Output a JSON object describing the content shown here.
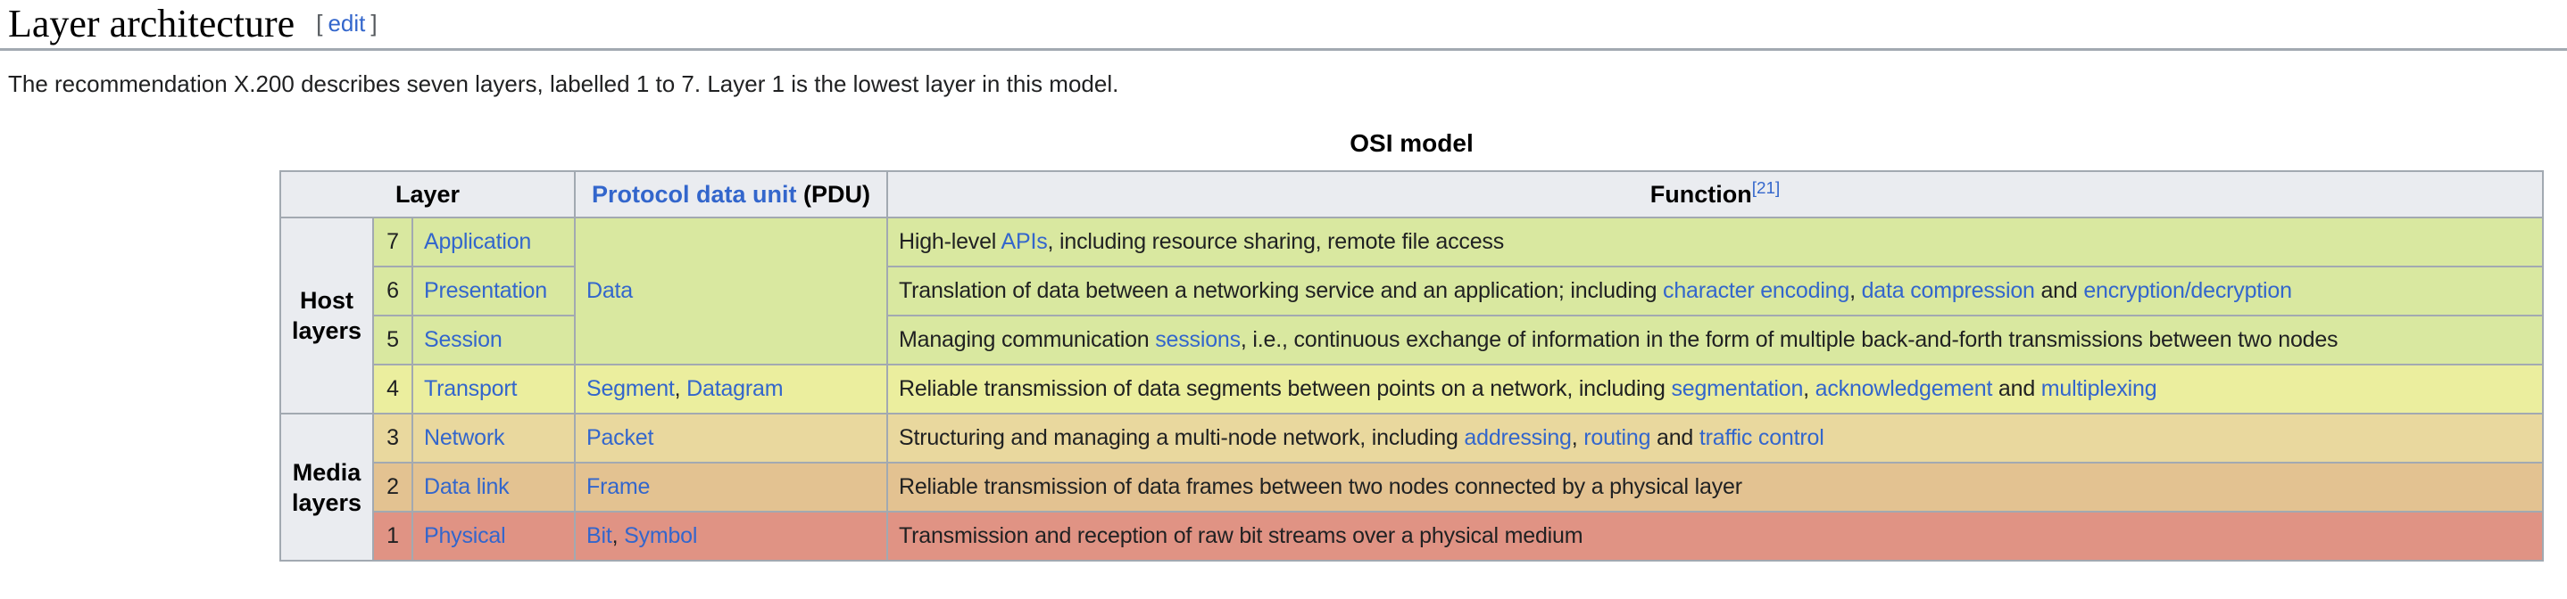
{
  "page": {
    "heading": "Layer architecture",
    "edit": {
      "open": "[",
      "label": "edit",
      "close": "]"
    },
    "intro": "The recommendation X.200 describes seven layers, labelled 1 to 7. Layer 1 is the lowest layer in this model."
  },
  "colors": {
    "text": "#202122",
    "link": "#3366cc",
    "border": "#a2a9b1",
    "header_bg": "#eaecf0",
    "host_rows_green": "#d9e8a0",
    "transport_yellow_green": "#ebee9e",
    "network_tan": "#e9d89e",
    "datalink_orange": "#e3c291",
    "physical_salmon": "#e09384"
  },
  "table": {
    "caption": "OSI model",
    "headers": {
      "layer": "Layer",
      "pdu_link": "Protocol data unit",
      "pdu_suffix": " (PDU)",
      "function_label": "Function",
      "function_ref": "[21]"
    },
    "rows": [
      {
        "color": "#d9e8a0",
        "group": {
          "label": "Host layers",
          "rowspan": 4,
          "key": "host-layers"
        },
        "num": "7",
        "name": "Application",
        "pdu": {
          "rowspan": 3,
          "segments": [
            {
              "t": "Data",
              "link": true
            }
          ]
        },
        "fn": [
          {
            "t": "High-level "
          },
          {
            "t": "APIs",
            "link": true
          },
          {
            "t": ", including resource sharing, remote file access"
          }
        ]
      },
      {
        "color": "#d9e8a0",
        "num": "6",
        "name": "Presentation",
        "fn": [
          {
            "t": "Translation of data between a networking service and an application; including "
          },
          {
            "t": "character encoding",
            "link": true
          },
          {
            "t": ", "
          },
          {
            "t": "data compression",
            "link": true
          },
          {
            "t": " and "
          },
          {
            "t": "encryption/decryption",
            "link": true
          }
        ]
      },
      {
        "color": "#d9e8a0",
        "num": "5",
        "name": "Session",
        "fn": [
          {
            "t": "Managing communication "
          },
          {
            "t": "sessions",
            "link": true
          },
          {
            "t": ", i.e., continuous exchange of information in the form of multiple back-and-forth transmissions between two nodes"
          }
        ]
      },
      {
        "color": "#ebee9e",
        "num": "4",
        "name": "Transport",
        "pdu": {
          "rowspan": 1,
          "segments": [
            {
              "t": "Segment",
              "link": true
            },
            {
              "t": ", "
            },
            {
              "t": "Datagram",
              "link": true
            }
          ]
        },
        "fn": [
          {
            "t": "Reliable transmission of data segments between points on a network, including "
          },
          {
            "t": "segmentation",
            "link": true
          },
          {
            "t": ", "
          },
          {
            "t": "acknowledgement",
            "link": true
          },
          {
            "t": " and "
          },
          {
            "t": "multiplexing",
            "link": true
          }
        ]
      },
      {
        "color": "#e9d89e",
        "group": {
          "label": "Media layers",
          "rowspan": 3,
          "key": "media-layers"
        },
        "num": "3",
        "name": "Network",
        "pdu": {
          "rowspan": 1,
          "segments": [
            {
              "t": "Packet",
              "link": true
            }
          ]
        },
        "fn": [
          {
            "t": "Structuring and managing a multi-node network, including "
          },
          {
            "t": "addressing",
            "link": true
          },
          {
            "t": ", "
          },
          {
            "t": "routing",
            "link": true
          },
          {
            "t": " and "
          },
          {
            "t": "traffic control",
            "link": true
          }
        ]
      },
      {
        "color": "#e3c291",
        "num": "2",
        "name": "Data link",
        "pdu": {
          "rowspan": 1,
          "segments": [
            {
              "t": "Frame",
              "link": true
            }
          ]
        },
        "fn": [
          {
            "t": "Reliable transmission of data frames between two nodes connected by a physical layer"
          }
        ]
      },
      {
        "color": "#e09384",
        "num": "1",
        "name": "Physical",
        "pdu": {
          "rowspan": 1,
          "segments": [
            {
              "t": "Bit",
              "link": true
            },
            {
              "t": ", "
            },
            {
              "t": "Symbol",
              "link": true
            }
          ]
        },
        "fn": [
          {
            "t": "Transmission and reception of raw bit streams over a physical medium"
          }
        ]
      }
    ]
  }
}
